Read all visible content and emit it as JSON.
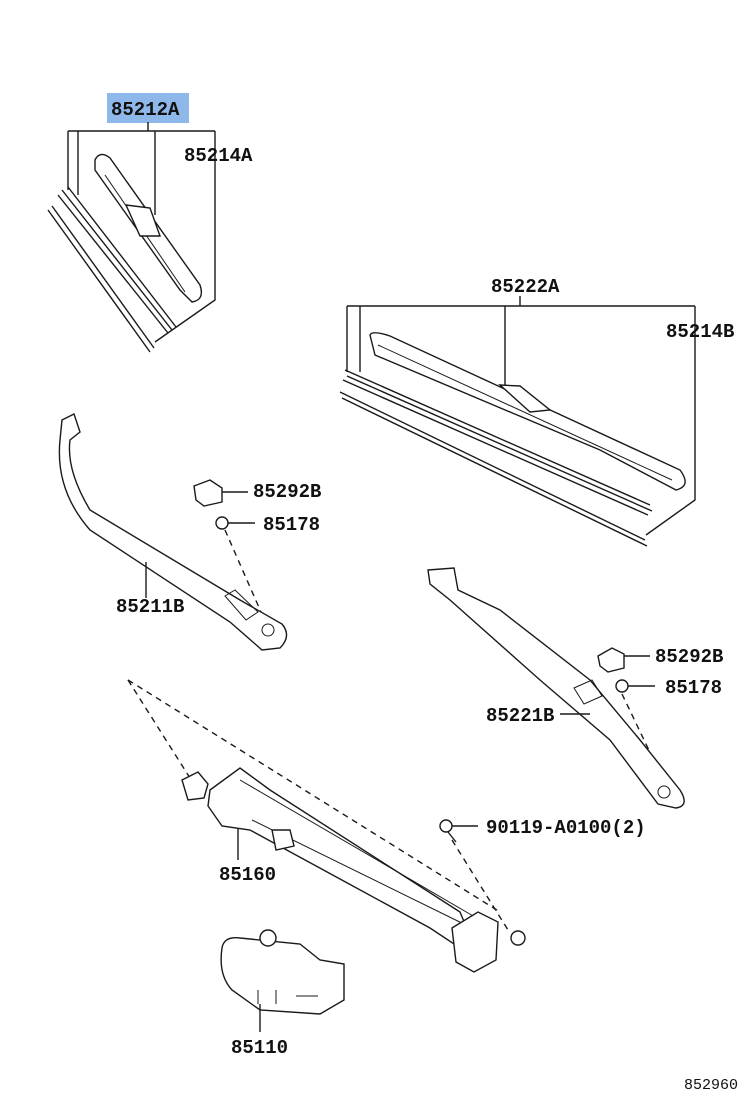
{
  "parts": {
    "blade_front": "85212A",
    "rubber_front": "85214A",
    "blade_rear": "85222A",
    "rubber_rear": "85214B",
    "cap_left": "85292B",
    "nut_left": "85178",
    "arm_left": "85211B",
    "cap_right": "85292B",
    "nut_right": "85178",
    "arm_right": "85221B",
    "bolt": "90119-A0100(2)",
    "link_assembly": "85160",
    "motor": "85110"
  },
  "figure_code": "852960",
  "colors": {
    "highlight": "#8fb8ea",
    "ink": "#1a1a1a"
  }
}
